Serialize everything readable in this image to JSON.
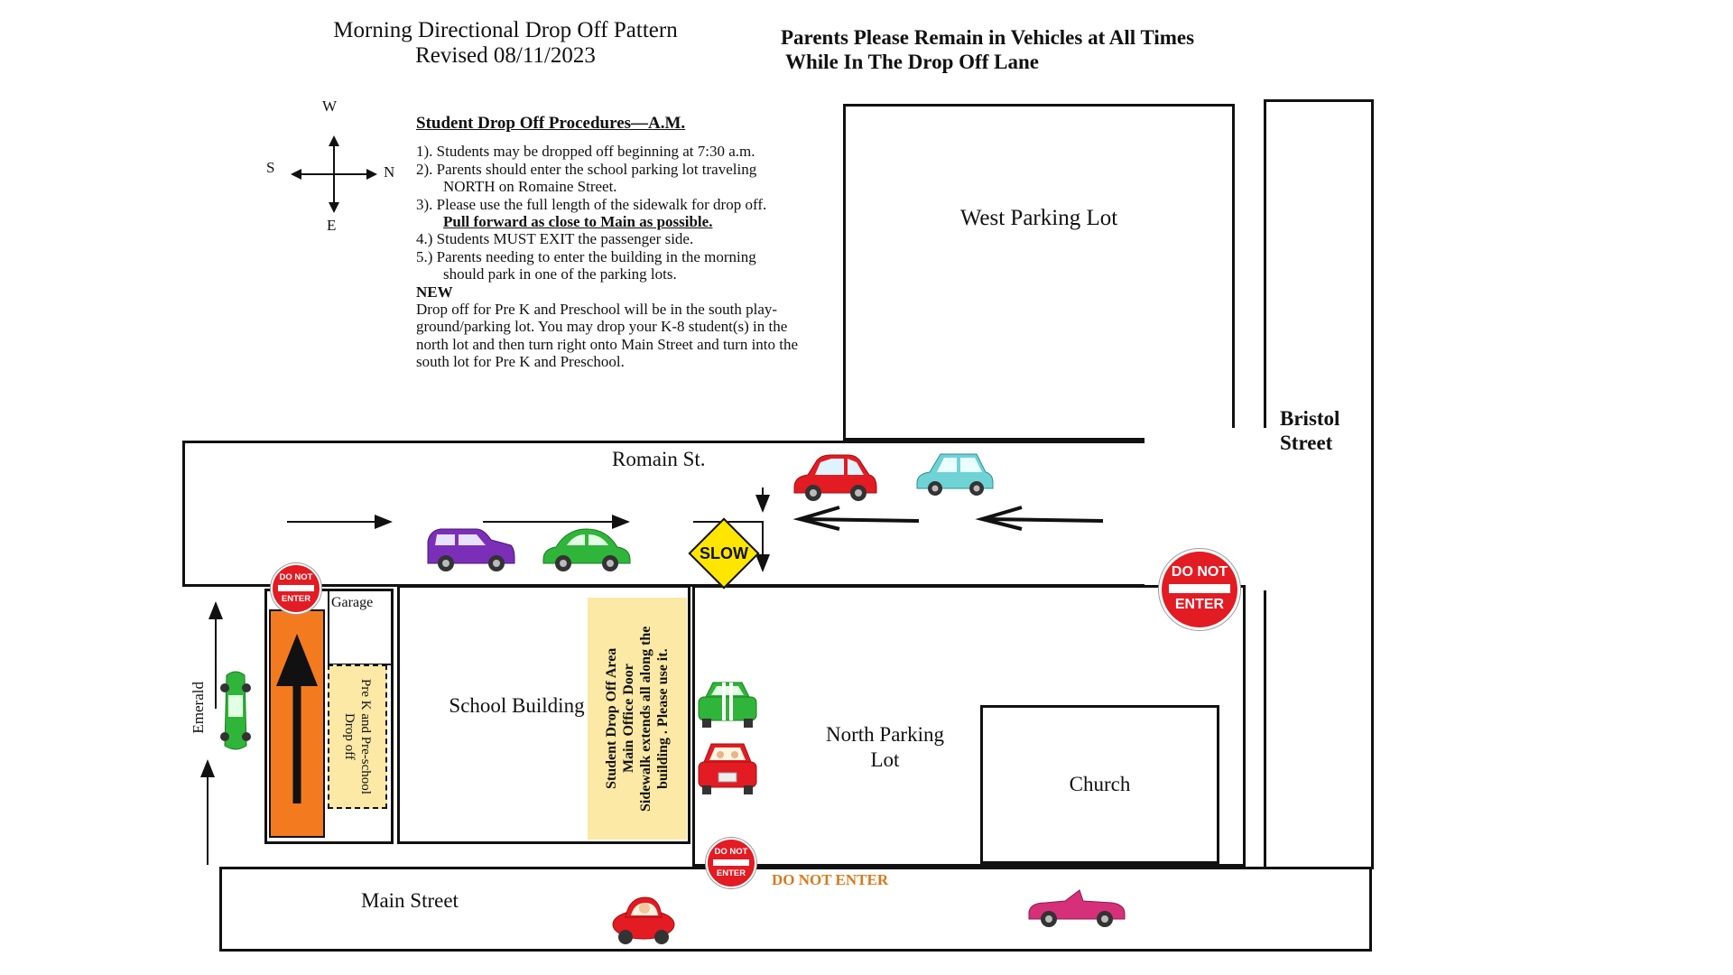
{
  "header": {
    "title_line1": "Morning Directional Drop Off Pattern",
    "title_line2": "Revised 08/11/2023",
    "warning_line1": "Parents Please Remain in Vehicles at All Times",
    "warning_line2": "While In The Drop Off Lane"
  },
  "compass": {
    "w": "W",
    "s": "S",
    "n": "N",
    "e": "E"
  },
  "procedures": {
    "heading": "Student Drop Off  Procedures—A.M.",
    "items": [
      "1).  Students may be dropped off beginning at 7:30 a.m.",
      "2).  Parents should enter the school parking lot traveling",
      "NORTH on Romaine Street.",
      "3).  Please use the full length of the sidewalk for drop off.",
      "Pull forward as close to Main as possible.",
      "4.)  Students MUST EXIT the passenger side.",
      "5.)  Parents needing to enter the building in the morning",
      "should park in one of the parking lots."
    ],
    "new_label": "NEW",
    "new_text": [
      "Drop off for Pre K and Preschool will be in the south play-",
      "ground/parking lot.  You may drop your K-8 student(s) in the",
      "north lot and then turn right onto Main Street and turn into the",
      "south lot for Pre K and Preschool."
    ]
  },
  "labels": {
    "west_lot": "West Parking Lot",
    "romain": "Romain St.",
    "bristol_1": "Bristol",
    "bristol_2": "Street",
    "garage": "Garage",
    "prek": "Pre K and Pre-school Drop off",
    "school": "School Building",
    "dropoff_1": "Student Drop Off Area",
    "dropoff_2": "Main Office Door",
    "dropoff_3": "Sidewalk extends all along the",
    "dropoff_4": "building . Please use it.",
    "north_lot_1": "North Parking",
    "north_lot_2": "Lot",
    "church": "Church",
    "emerald": "Emerald",
    "main_street": "Main Street",
    "do_not_enter_text": "DO NOT ENTER",
    "slow": "SLOW"
  },
  "signs": {
    "dne_line1": "DO NOT",
    "dne_line2": "ENTER"
  },
  "colors": {
    "orange_lane": "#f47a20",
    "yellow_zone": "#fbe9a5",
    "sign_red": "#e31b23",
    "slow_yellow": "#ffe600",
    "dne_text": "#d9791a"
  }
}
